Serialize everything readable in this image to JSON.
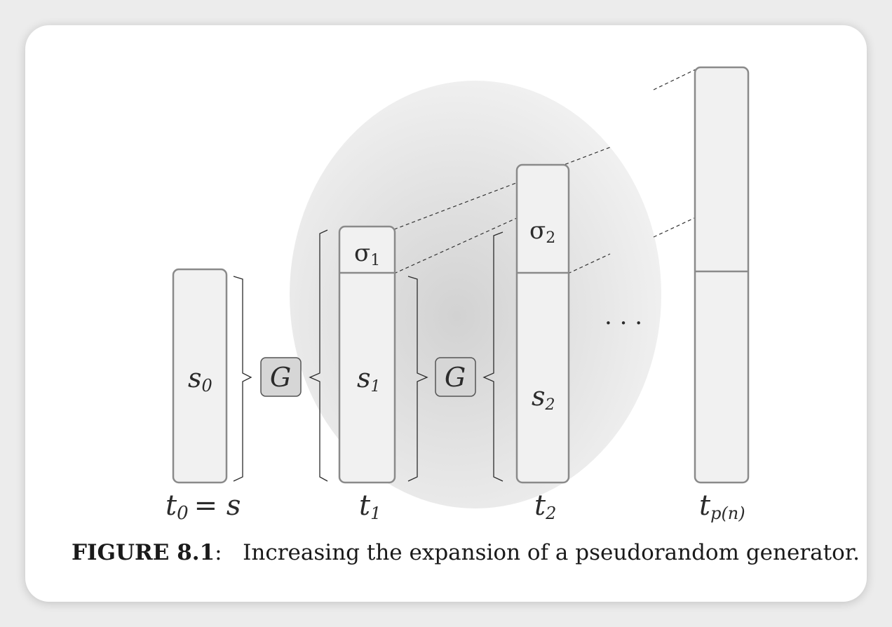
{
  "figure": {
    "caption_label": "FIGURE 8.1",
    "caption_sep": ":",
    "caption_text": "Increasing the expansion of a pseudorandom generator."
  },
  "labels": {
    "s0": "s",
    "s0_sub": "0",
    "s1": "s",
    "s1_sub": "1",
    "s2": "s",
    "s2_sub": "2",
    "sigma1": "σ",
    "sigma1_sub": "1",
    "sigma2": "σ",
    "sigma2_sub": "2",
    "g1": "G",
    "g2": "G",
    "ellipsis": ". . ."
  },
  "axis_labels": {
    "t0": "t",
    "t0_sub": "0",
    "t0_eq": "= s",
    "t1": "t",
    "t1_sub": "1",
    "t2": "t",
    "t2_sub": "2",
    "tp": "t",
    "tp_sub": "p(n)"
  },
  "colors": {
    "box_fill": "#f1f1f1",
    "box_stroke": "#8a8a8a",
    "g_fill": "#d6d6d6",
    "blob": "#d8d8d8"
  }
}
